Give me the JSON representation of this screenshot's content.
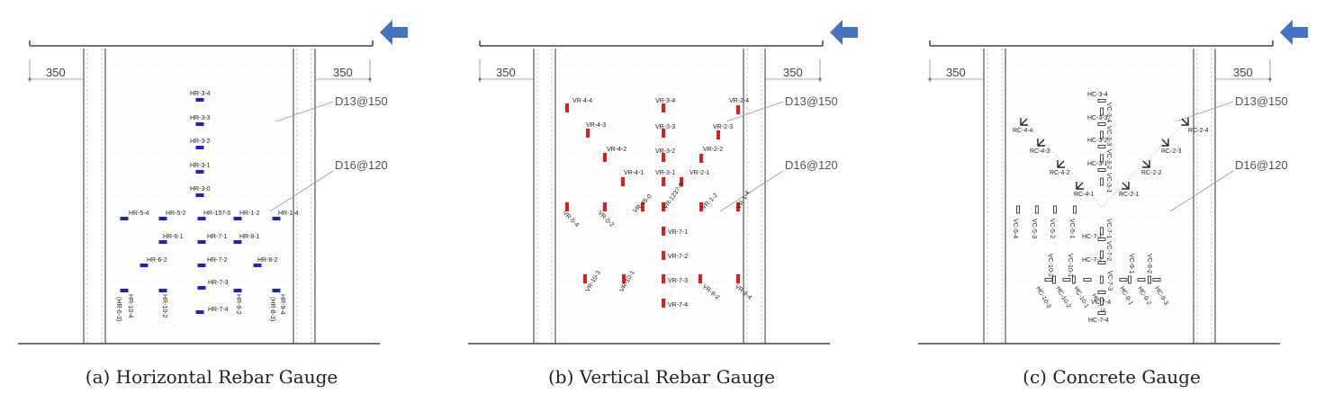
{
  "panels": [
    {
      "caption": "(a) Horizontal Rebar Gauge",
      "dims": [
        "350",
        "350"
      ],
      "callouts": [
        "D13@150",
        "D16@120"
      ],
      "gauges": [
        {
          "label": "HR-3-4"
        },
        {
          "label": "HR-3-3"
        },
        {
          "label": "HR-3-2"
        },
        {
          "label": "HR-3-1"
        },
        {
          "label": "HR-3-0"
        },
        {
          "label": "HR-5-4"
        },
        {
          "label": "HR-5-2"
        },
        {
          "label": "HR-157-0"
        },
        {
          "label": "HR-1-2"
        },
        {
          "label": "HR-1-4"
        },
        {
          "label": "HR-6-1"
        },
        {
          "label": "HR-7-1"
        },
        {
          "label": "HR-8-1"
        },
        {
          "label": "HR-6-2"
        },
        {
          "label": "HR-7-2"
        },
        {
          "label": "HR-8-2"
        },
        {
          "label": "HR-10-4"
        },
        {
          "label": "(HR-6-3)"
        },
        {
          "label": "HR-10-2"
        },
        {
          "label": "HR-7-3"
        },
        {
          "label": "HR-9-2"
        },
        {
          "label": "HR-9-4"
        },
        {
          "label": "(HR-8-3)"
        },
        {
          "label": "HR-7-4"
        }
      ]
    },
    {
      "caption": "(b) Vertical Rebar Gauge",
      "dims": [
        "350",
        "350"
      ],
      "callouts": [
        "D13@150",
        "D16@120"
      ],
      "gauges": [
        {
          "label": "VR-4-4"
        },
        {
          "label": "VR-3-4"
        },
        {
          "label": "VR-2-4"
        },
        {
          "label": "VR-4-3"
        },
        {
          "label": "VR-3-3"
        },
        {
          "label": "VR-2-3"
        },
        {
          "label": "VR-4-2"
        },
        {
          "label": "VR-3-2"
        },
        {
          "label": "VR-2-2"
        },
        {
          "label": "VR-4-1"
        },
        {
          "label": "VR-3-1"
        },
        {
          "label": "VR-2-1"
        },
        {
          "label": "VR-5-4"
        },
        {
          "label": "VR-5-2"
        },
        {
          "label": "VR-45-0"
        },
        {
          "label": "VR-1237-0"
        },
        {
          "label": "VR-1-2"
        },
        {
          "label": "VR-1-4"
        },
        {
          "label": "VR-7-1"
        },
        {
          "label": "VR-7-2"
        },
        {
          "label": "VR-10-3"
        },
        {
          "label": "VR-10-1"
        },
        {
          "label": "VR-7-3"
        },
        {
          "label": "VR-9-2"
        },
        {
          "label": "VR-9-4"
        },
        {
          "label": "VR-7-4"
        }
      ]
    },
    {
      "caption": "(c) Concrete Gauge",
      "dims": [
        "350",
        "350"
      ],
      "callouts": [
        "D13@150",
        "D16@120"
      ],
      "gauges": [
        {
          "label": "HC-3-4"
        },
        {
          "label": "VC-3-4"
        },
        {
          "label": "HC-3-3"
        },
        {
          "label": "VC-3-3"
        },
        {
          "label": "HC-3-2"
        },
        {
          "label": "VC-3-2"
        },
        {
          "label": "HC-3-1"
        },
        {
          "label": "VC-3-1"
        },
        {
          "label": "RC-4-4"
        },
        {
          "label": "RC-4-3"
        },
        {
          "label": "RC-4-2"
        },
        {
          "label": "RC-4-1"
        },
        {
          "label": "RC-2-4"
        },
        {
          "label": "RC-2-3"
        },
        {
          "label": "RC-2-2"
        },
        {
          "label": "RC-2-1"
        },
        {
          "label": "VC-5-4"
        },
        {
          "label": "VC-5-3"
        },
        {
          "label": "VC-5-2"
        },
        {
          "label": "VC-5-1"
        },
        {
          "label": "VC-7-1"
        },
        {
          "label": "HC-7-1"
        },
        {
          "label": "VC-7-2"
        },
        {
          "label": "HC-7-2"
        },
        {
          "label": "VC-10-2"
        },
        {
          "label": "VC-10-1"
        },
        {
          "label": "VC-7-3"
        },
        {
          "label": "VC-9-1"
        },
        {
          "label": "VC-9-2"
        },
        {
          "label": "HC-10-3"
        },
        {
          "label": "HC-10-2"
        },
        {
          "label": "HC-10-1"
        },
        {
          "label": "HC-7-3"
        },
        {
          "label": "HC-9-1"
        },
        {
          "label": "HC-9-2"
        },
        {
          "label": "HC-9-3"
        },
        {
          "label": "VC-7-4"
        },
        {
          "label": "HC-7-4"
        }
      ]
    }
  ],
  "colors": {
    "horizontal_gauge": "#1f1fd1",
    "vertical_gauge": "#e8191b",
    "concrete_gauge": "#333333",
    "arrow": "#4472c4"
  }
}
